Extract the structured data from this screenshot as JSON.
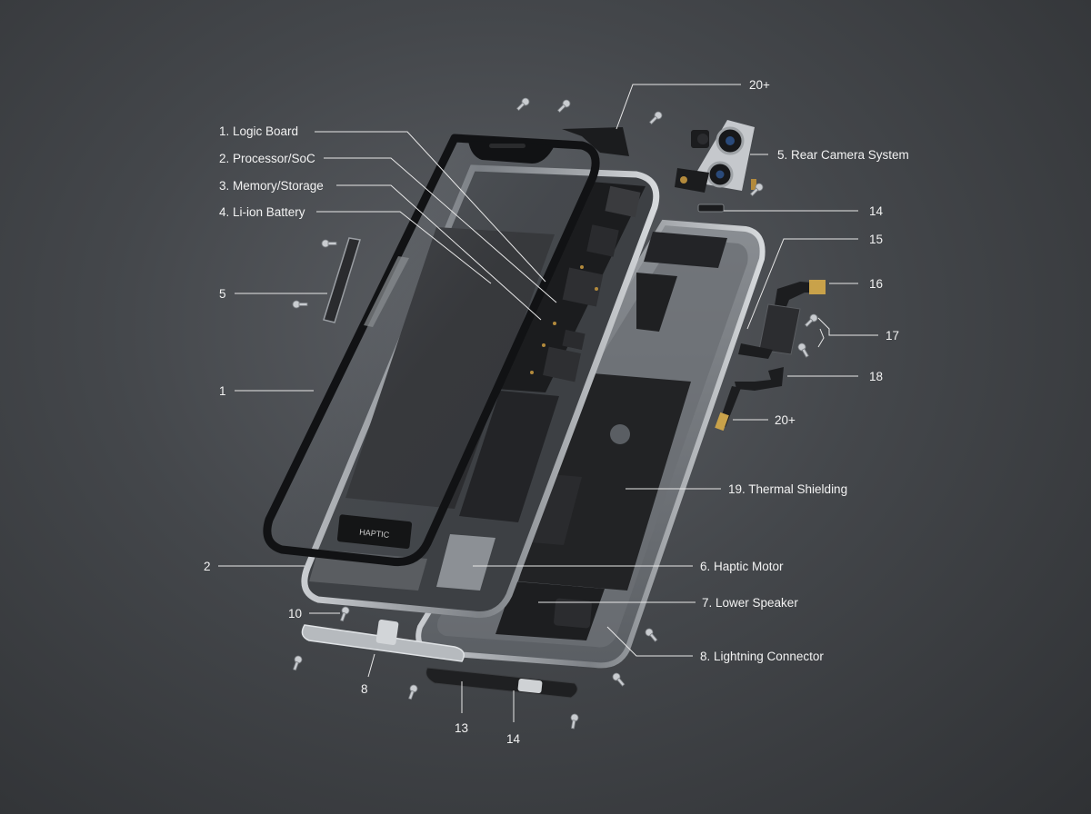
{
  "labels": {
    "logic_board": "1. Logic Board",
    "processor": "2. Processor/SoC",
    "memory": "3. Memory/Storage",
    "battery": "4. Li-ion Battery",
    "side_5": "5",
    "side_1": "1",
    "side_2": "2",
    "side_10": "10",
    "side_8": "8",
    "side_13": "13",
    "side_14_bottom": "14",
    "screws_top": "20+",
    "rear_camera": "5. Rear Camera System",
    "part_14_top": "14",
    "part_15": "15",
    "part_16": "16",
    "part_17": "17",
    "part_18": "18",
    "screws_right": "20+",
    "thermal": "19. Thermal Shielding",
    "haptic": "6. Haptic Motor",
    "speaker": "7. Lower Speaker",
    "lightning": "8. Lightning Connector"
  },
  "chip_marking": "HAPTIC",
  "colors": {
    "background": "#4a4d51",
    "frame": "#8f9296",
    "board": "#1c1d1f",
    "label": "#f2f2f2"
  }
}
